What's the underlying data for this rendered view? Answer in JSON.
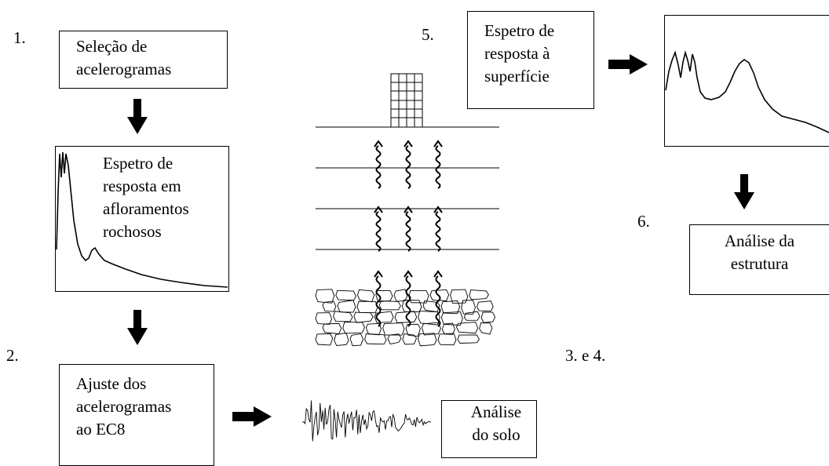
{
  "steps": {
    "s1": "1.",
    "s2": "2.",
    "s34": "3. e 4.",
    "s5": "5.",
    "s6": "6."
  },
  "boxes": {
    "selection": [
      "Seleção de",
      "acelerogramas"
    ],
    "rock_spectrum": [
      "Espetro de",
      "resposta em",
      "afloramentos",
      "rochosos"
    ],
    "adjust": [
      "Ajuste dos",
      "acelerogramas",
      "ao EC8"
    ],
    "soil_analysis": [
      "Análise",
      "do solo"
    ],
    "surface_spectrum": [
      "Espetro de",
      "resposta à",
      "superfície"
    ],
    "structure_analysis": [
      "Análise da",
      "estrutura"
    ]
  },
  "icons": {
    "arrow_down": "arrow-down-icon",
    "arrow_right": "arrow-right-icon",
    "seismic_wave": "wave-arrow-icon",
    "building": "building-icon",
    "rock": "rock-layer-icon",
    "accelerogram": "accelerogram-icon"
  }
}
